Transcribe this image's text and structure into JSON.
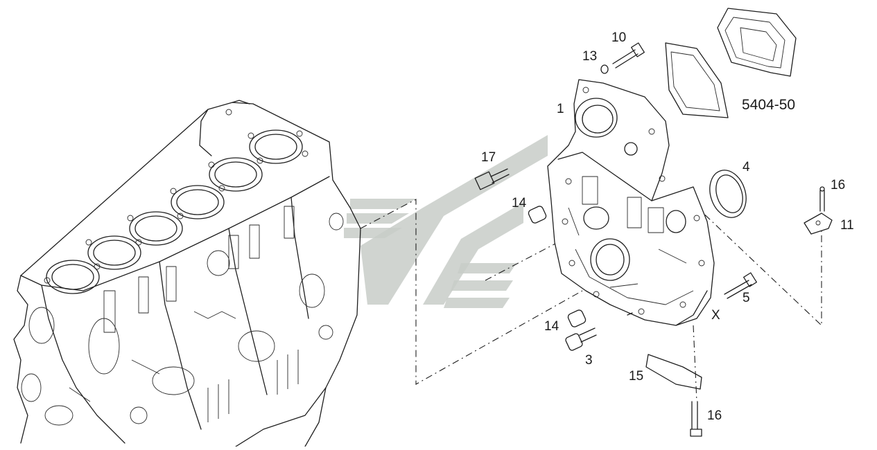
{
  "diagram": {
    "reference_code": "5404-50",
    "callouts": [
      {
        "id": "c1",
        "label": "1"
      },
      {
        "id": "c3",
        "label": "3"
      },
      {
        "id": "c4",
        "label": "4"
      },
      {
        "id": "c5",
        "label": "5"
      },
      {
        "id": "c10",
        "label": "10"
      },
      {
        "id": "c11",
        "label": "11"
      },
      {
        "id": "c13",
        "label": "13"
      },
      {
        "id": "c14a",
        "label": "14"
      },
      {
        "id": "c14b",
        "label": "14"
      },
      {
        "id": "c15",
        "label": "15"
      },
      {
        "id": "c16a",
        "label": "16"
      },
      {
        "id": "c16b",
        "label": "16"
      },
      {
        "id": "c17",
        "label": "17"
      },
      {
        "id": "cx",
        "label": "X"
      }
    ]
  }
}
